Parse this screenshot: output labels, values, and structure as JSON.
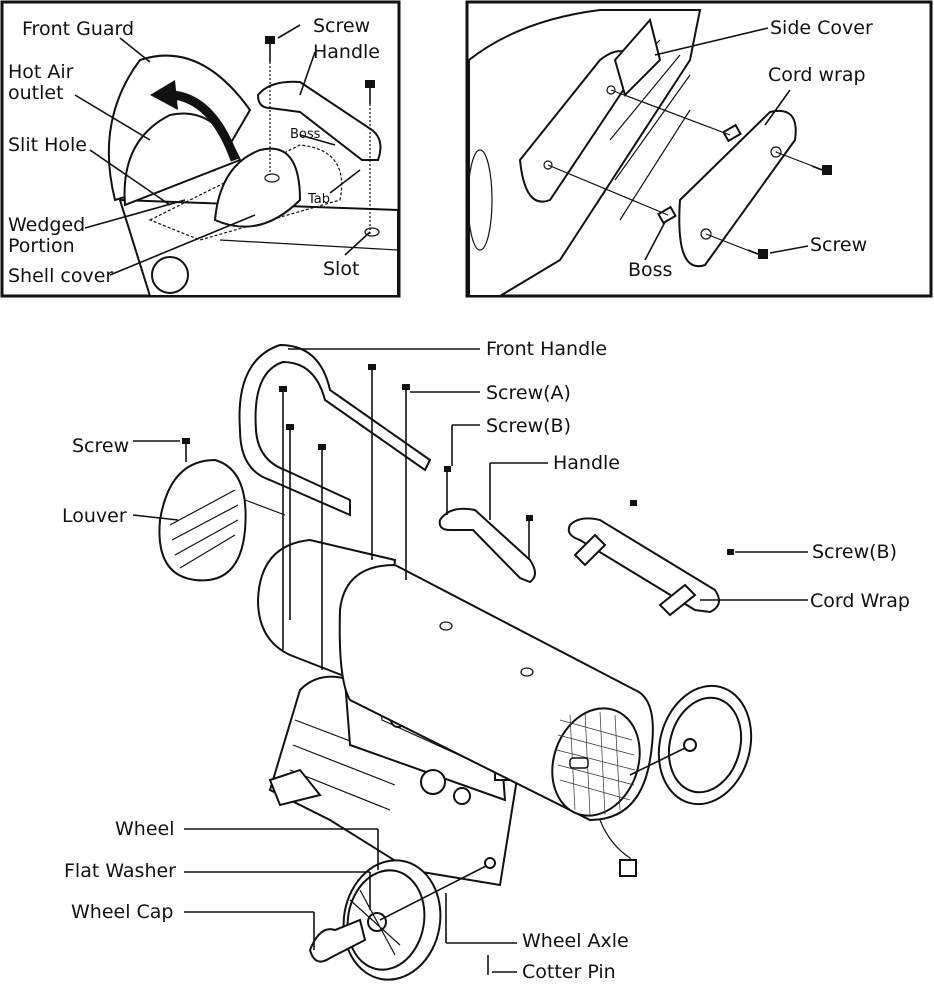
{
  "panels": {
    "top_left": {
      "labels": {
        "front_guard": "Front Guard",
        "screw": "Screw",
        "handle": "Handle",
        "hot_air_outlet_1": "Hot Air",
        "hot_air_outlet_2": "outlet",
        "boss": "Boss",
        "slit_hole": "Slit Hole",
        "tab": "Tab",
        "wedged_portion_1": "Wedged",
        "wedged_portion_2": "Portion",
        "shell_cover": "Shell cover",
        "slot": "Slot"
      }
    },
    "top_right": {
      "labels": {
        "side_cover": "Side Cover",
        "cord_wrap": "Cord wrap",
        "screw": "Screw",
        "boss": "Boss"
      }
    },
    "main": {
      "labels": {
        "front_handle": "Front Handle",
        "screw_a": "Screw(A)",
        "screw_b_top": "Screw(B)",
        "handle": "Handle",
        "screw": "Screw",
        "louver": "Louver",
        "screw_b_right": "Screw(B)",
        "cord_wrap": "Cord Wrap",
        "wheel": "Wheel",
        "flat_washer": "Flat Washer",
        "wheel_cap": "Wheel Cap",
        "wheel_axle": "Wheel Axle",
        "cotter_pin": "Cotter Pin"
      }
    }
  }
}
